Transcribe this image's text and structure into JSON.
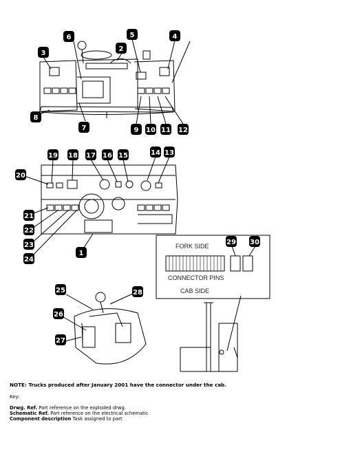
{
  "callouts": [
    "1",
    "2",
    "3",
    "4",
    "5",
    "6",
    "7",
    "8",
    "9",
    "10",
    "11",
    "12",
    "13",
    "14",
    "15",
    "16",
    "17",
    "18",
    "19",
    "20",
    "21",
    "22",
    "23",
    "24",
    "25",
    "26",
    "27",
    "28",
    "29",
    "30"
  ],
  "connector_inset": {
    "top_label": "FORK SIDE",
    "pins_label": "CONNECTOR PINS",
    "bottom_label": "CAB SIDE"
  },
  "note": "NOTE: Trucks produced after January 2001 have the connector under the cab.",
  "key": {
    "heading": "Key:",
    "items": [
      {
        "term": "Drwg. Ref.",
        "desc": " Part reference on the exploded drwg."
      },
      {
        "term": "Schematic Ref.",
        "desc": " Part reference on the electrical schematic"
      },
      {
        "term": "Component description",
        "desc": " Task assigned to part"
      }
    ]
  }
}
